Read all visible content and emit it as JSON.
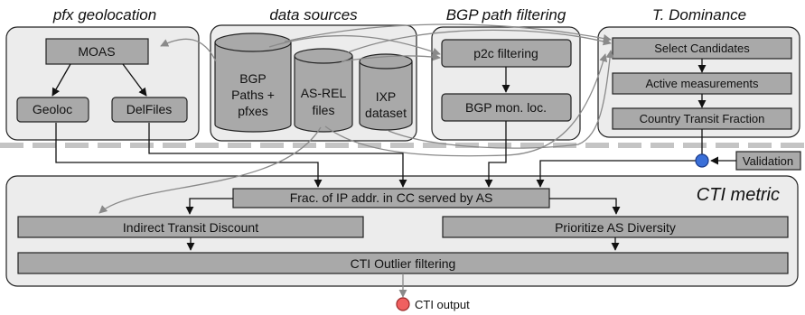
{
  "sections": {
    "pfx_geolocation": "pfx geolocation",
    "data_sources": "data sources",
    "bgp_path_filtering": "BGP path filtering",
    "t_dominance": "T. Dominance",
    "cti_metric": "CTI metric"
  },
  "nodes": {
    "moas": "MOAS",
    "geoloc": "Geoloc",
    "delfiles": "DelFiles",
    "bgp_paths": [
      "BGP",
      "Paths +",
      "pfxes"
    ],
    "as_rel": [
      "AS-REL",
      "files"
    ],
    "ixp": [
      "IXP",
      "dataset"
    ],
    "p2c": "p2c filtering",
    "bgp_mon": "BGP mon. loc.",
    "select_candidates": "Select Candidates",
    "active_measurements": "Active measurements",
    "country_transit": "Country Transit Fraction",
    "validation": "Validation",
    "frac_ip": "Frac. of IP addr. in CC served by AS",
    "indirect_transit": "Indirect Transit Discount",
    "prioritize_as": "Prioritize AS Diversity",
    "cti_outlier": "CTI Outlier filtering",
    "cti_output": "CTI output"
  },
  "colors": {
    "panel_fill": "#ececec",
    "box_fill": "#a9a9a9",
    "gray_arrow": "#8a8a8a",
    "validation_dot": "#3a6fd8",
    "output_dot": "#f06060"
  }
}
